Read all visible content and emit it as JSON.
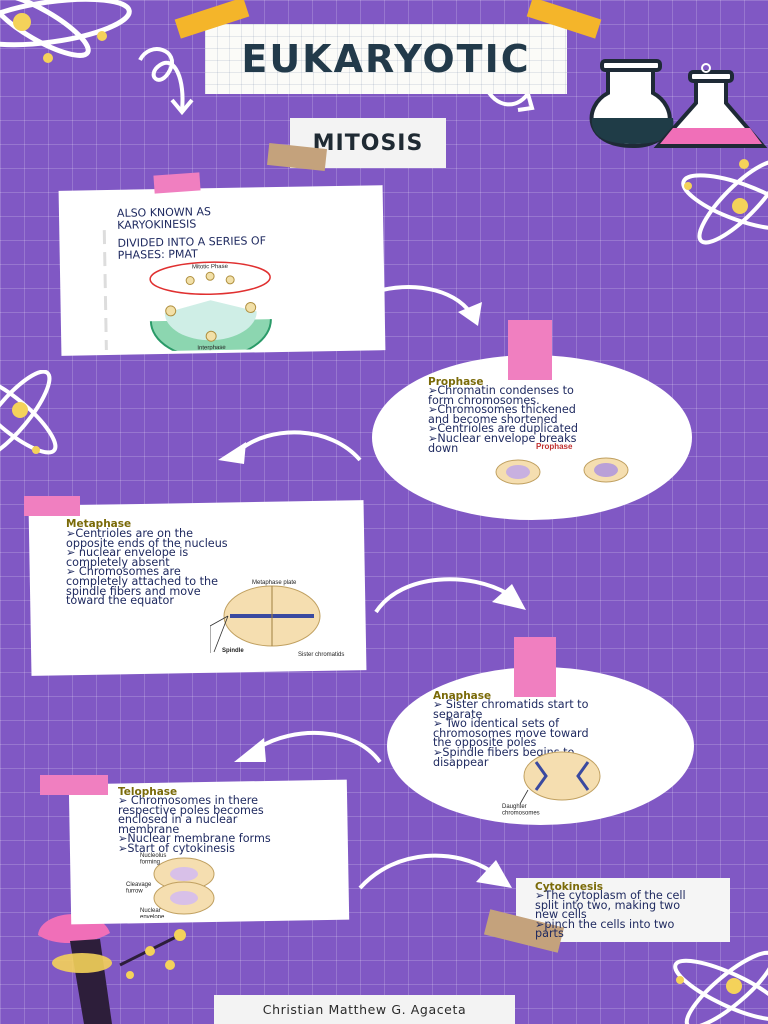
{
  "title": "EUKARYOTIC",
  "subtitle": "MITOSIS",
  "intro": {
    "line1": "ALSO KNOWN AS\nKARYOKINESIS",
    "line2": "DIVIDED INTO A SERIES OF\nPHASES: PMAT",
    "diagram_labels": {
      "top": "Mitotic Phase",
      "bottom": "Interphase"
    }
  },
  "prophase": {
    "title": "Prophase",
    "body": "➢Chromatin condenses to\nform chromosomes.\n➢Chromosomes thickened\nand become shortened\n➢Centrioles are duplicated\n➢Nuclear envelope breaks\ndown",
    "figure_title": "Prophase"
  },
  "metaphase": {
    "title": "Metaphase",
    "body": "➢Centrioles are on the\nopposite ends of the nucleus\n➢ nuclear envelope is\ncompletely absent\n➢ Chromosomes are\ncompletely attached to the\nspindle fibers and move\ntoward the equator",
    "labels": {
      "plate": "Metaphase plate",
      "spindle": "Spindle",
      "chromatids": "Sister chromatids"
    }
  },
  "anaphase": {
    "title": "Anaphase",
    "body": "➢ Sister chromatids start to\nseparate\n➢ Two identical sets of\nchromosomes move toward\nthe opposite poles\n➢Spindle fibers begins to\ndisappear",
    "labels": {
      "daughter": "Daughter\nchromosomes"
    }
  },
  "telophase": {
    "title": "Telophase",
    "body": "➢ Chromosomes in there\nrespective poles becomes\nenclosed in a nuclear\nmembrane\n➢Nuclear membrane forms\n➢Start of cytokinesis",
    "labels": {
      "nucleolus": "Nucleolus\nforming",
      "cleavage": "Cleavage\nfurrow",
      "envelope": "Nuclear\nenvelope\nforming"
    }
  },
  "cytokinesis": {
    "title": "Cytokinesis",
    "body": "➢The cytoplasm of the cell\nsplit into two, making two\nnew cells\n➢pinch the cells into two\nparts"
  },
  "author": "Christian Matthew G. Agaceta",
  "colors": {
    "background": "#8058c4",
    "tape_yellow": "#f4b52a",
    "tape_pink": "#f07fc0",
    "tape_tan": "#c4a27c",
    "phase_title": "#7a6a08",
    "body_text": "#1f2a60"
  }
}
